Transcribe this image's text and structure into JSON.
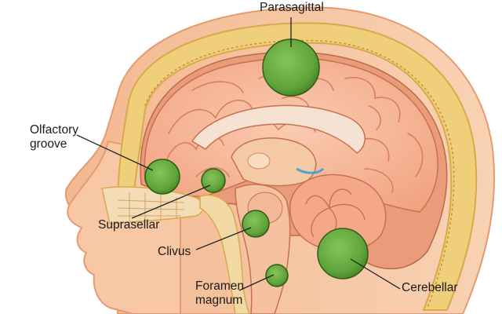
{
  "labels": {
    "parasagittal": "Parasagittal",
    "olfactory": [
      "Olfactory",
      "groove"
    ],
    "suprasellar": "Suprasellar",
    "clivus": "Clivus",
    "foramen": [
      "Foramen",
      "magnum"
    ],
    "cerebellar": "Cerebellar"
  },
  "colors": {
    "tumor": "#5fa33a",
    "tumor_edge": "#2f5d14",
    "brain": "#f7b79a",
    "skin": "#f6c4a0",
    "skull": "#f0cf7a",
    "leader": "#222222"
  }
}
